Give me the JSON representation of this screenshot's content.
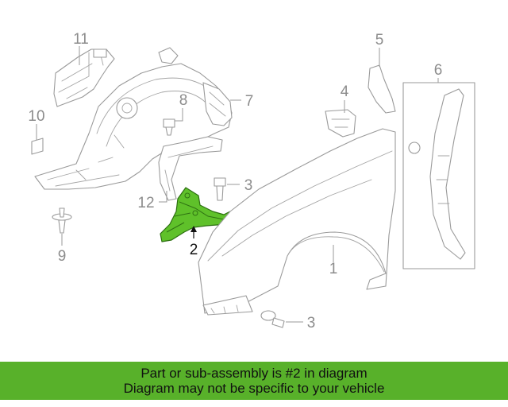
{
  "diagram": {
    "callouts": [
      {
        "id": "1",
        "label": "1"
      },
      {
        "id": "2",
        "label": "2"
      },
      {
        "id": "3a",
        "label": "3"
      },
      {
        "id": "3b",
        "label": "3"
      },
      {
        "id": "4",
        "label": "4"
      },
      {
        "id": "5",
        "label": "5"
      },
      {
        "id": "6",
        "label": "6"
      },
      {
        "id": "7",
        "label": "7"
      },
      {
        "id": "8",
        "label": "8"
      },
      {
        "id": "9",
        "label": "9"
      },
      {
        "id": "10",
        "label": "10"
      },
      {
        "id": "11",
        "label": "11"
      },
      {
        "id": "12",
        "label": "12"
      }
    ],
    "highlighted_part": "2",
    "colors": {
      "highlight": "#5fc12a",
      "line_art": "#9a9a9a",
      "banner": "#58b12a"
    }
  },
  "banner": {
    "line1": "Part or sub-assembly is #2 in diagram",
    "line2": "Diagram may not be specific to your vehicle"
  }
}
